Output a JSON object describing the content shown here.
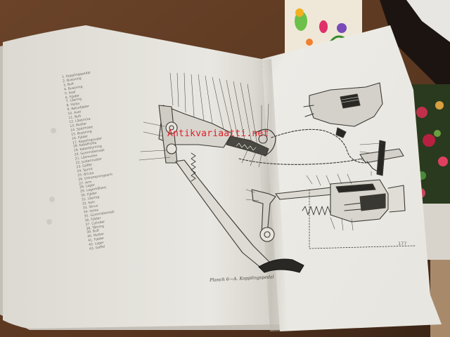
{
  "photo": {
    "subject": "open-technical-manual",
    "colors": {
      "table": "#5c3a22",
      "paper": "#ebe9e3",
      "ink": "#3a3832"
    }
  },
  "book": {
    "parts_legend": [
      "1. Kopplingspedal",
      "2. Bussning",
      "3. Bult",
      "4. Bussning",
      "5. Axel",
      "6. Fjäder",
      "7. Låsring",
      "8. Hylsa",
      "9. Returfjäder",
      "10. Axel",
      "11. Bult",
      "12. Låsbricka",
      "13. Mutter",
      "14. Spärrhake",
      "15. Bussning",
      "16. Fjäder",
      "17. Kopplingsvajer",
      "18. Kabelhylsa",
      "19. Kabelstyrning",
      "20. Gummidamask",
      "21. Låsmutter",
      "22. Justermutter",
      "23. Gaffel",
      "24. Sprint",
      "25. Bricka",
      "26. Urtrampningsarm",
      "27. Arm",
      "28. Lager",
      "29. Lagerhållare",
      "30. Fjäder",
      "31. Låsring",
      "32. Kolv",
      "33. Skruv",
      "34. Hylsa",
      "35. Gummidamask",
      "36. Fjäder",
      "37. Cylinder",
      "38. Tätning",
      "39. Bult",
      "40. Mutter",
      "41. Fjäder",
      "42. Lager",
      "43. Gaffel"
    ],
    "figure_caption": "Planch 6—A. Kopplingspedal",
    "page_number": "177"
  },
  "watermark": "Antikvariaatti.net"
}
